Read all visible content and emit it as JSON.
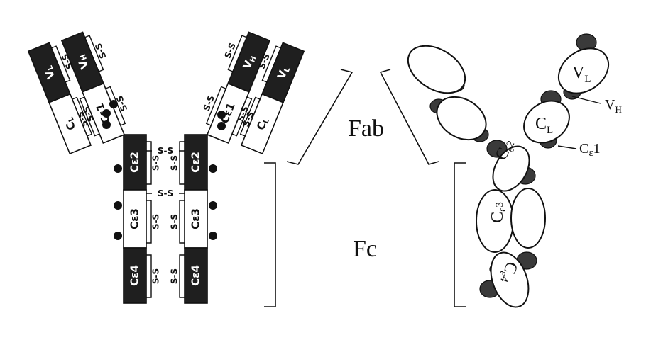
{
  "labels": {
    "fab": "Fab",
    "fc": "Fc",
    "ss": "S-S",
    "schematic": {
      "vl": [
        "V",
        "L"
      ],
      "vh": [
        "V",
        "H"
      ],
      "cl": [
        "C",
        "L"
      ],
      "ce1": "Cε1",
      "ce2": "Cε2",
      "ce3": "Cε3",
      "ce4": "Cε4"
    },
    "model": {
      "vl": [
        "V",
        "L"
      ],
      "cl": [
        "C",
        "L"
      ],
      "ce2": [
        "C",
        "ε",
        "2"
      ],
      "ce3": [
        "C",
        "ε",
        "3"
      ],
      "ce4": [
        "C",
        "ε",
        "4"
      ]
    },
    "callouts": {
      "vh": [
        "V",
        "H"
      ],
      "ce1": [
        "C",
        "ε",
        "1"
      ]
    }
  },
  "colors": {
    "dark_domain": "#1f1f1f",
    "light_domain": "#ffffff",
    "shading": "#3a3a3a"
  }
}
